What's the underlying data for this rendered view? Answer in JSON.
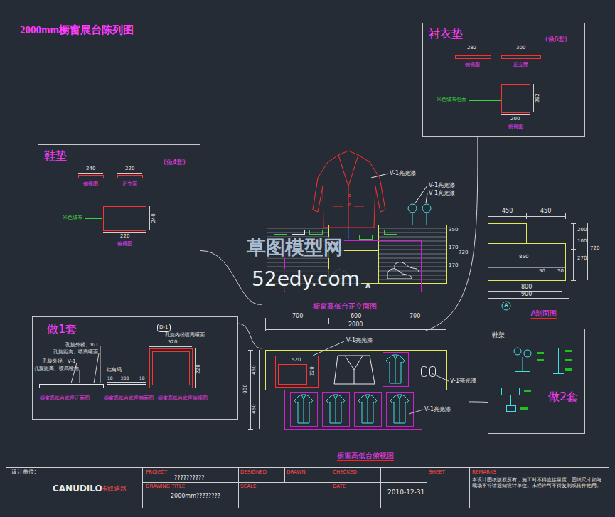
{
  "diagram": {
    "title": "2000mm橱窗展台陈列图",
    "nodes": [
      {
        "text": [
          "衬衣垫",
          "(做6套)"
        ]
      },
      {
        "text": [
          "鞋垫",
          "(做4套)"
        ]
      },
      {
        "text": [
          "橱窗高低台正立面图"
        ]
      },
      {
        "text": [
          "A剖面图"
        ]
      },
      {
        "text": [
          "做1套"
        ]
      },
      {
        "text": [
          "橱窗高低台俯视图"
        ]
      },
      {
        "text": [
          "鞋架",
          "做2套"
        ]
      }
    ],
    "edges": [
      {
        "from": 1,
        "to": 2,
        "arrow": "none"
      },
      {
        "from": 0,
        "to": 5,
        "arrow": "none"
      },
      {
        "from": 4,
        "to": 5,
        "arrow": "none"
      },
      {
        "from": 6,
        "to": 5,
        "arrow": "none"
      }
    ],
    "labels": [
      "草图模型网",
      "52edy.com",
      "V-1亮光漆",
      "V-1亮光漆",
      "V-1亮光漆",
      "350",
      "170",
      "170",
      "720",
      "700",
      "600",
      "700",
      "2000",
      "A",
      "450",
      "450",
      "200",
      "100",
      "270",
      "720",
      "850",
      "50",
      "50",
      "800",
      "900",
      "A",
      "V-1亮光漆",
      "V-1亮光漆",
      "V-1亮光漆",
      "900",
      "450",
      "450",
      "520",
      "220",
      "282",
      "300",
      "侧视图",
      "正立面",
      "米色绒布包面",
      "282",
      "200",
      "俯视图",
      "240",
      "220",
      "侧视图",
      "正立面",
      "米色绒布",
      "240",
      "220",
      "俯视图",
      "孔旋外径、V-1",
      "孔旋距离、喷高哑面",
      "孔旋外径、V-1",
      "孔旋距离、喷高哑面",
      "18",
      "200",
      "18",
      "铝角码",
      "D-1",
      "孔旋内径喷高哑面",
      "520",
      "220",
      "橱窗高低台底座正面图",
      "橱窗高低台底座侧面图",
      "橱窗高低台底座俯视图",
      "设计单位:",
      "CANUDILO",
      "卡奴迪路",
      "PROJECT",
      "??????????",
      "DRAWING TITLE",
      "2000mm????????",
      "DESIGNED",
      "DRAWN",
      "CHECKED",
      "SCALE",
      "DATE",
      "2010-12-31",
      "SHEET",
      "REMARKS",
      "本设计图纸版权所有，施工时不得直接量度，图纸尺寸如与现场不符请通知设计单位。未经许可不得复制或转作他用。"
    ]
  }
}
